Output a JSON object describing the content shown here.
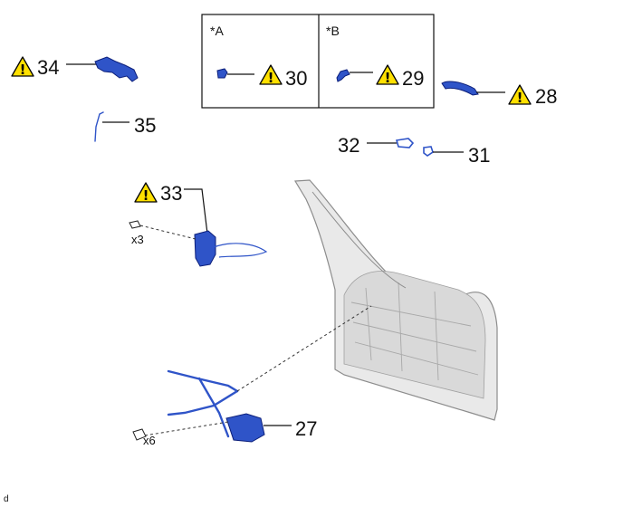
{
  "variant_box": {
    "label_a": "*A",
    "label_b": "*B"
  },
  "parts": {
    "p27": "27",
    "p28": "28",
    "p29": "29",
    "p30": "30",
    "p31": "31",
    "p32": "32",
    "p33": "33",
    "p34": "34",
    "p35": "35"
  },
  "quantities": {
    "bolt_x3": "x3",
    "bolt_x6": "x6"
  },
  "footer": {
    "code": "d"
  },
  "icons": {
    "warning": "warning-triangle-icon"
  },
  "colors": {
    "part_blue": "#2f54c8",
    "door_gray": "#e9e9e9",
    "warning_yellow": "#ffe000"
  }
}
